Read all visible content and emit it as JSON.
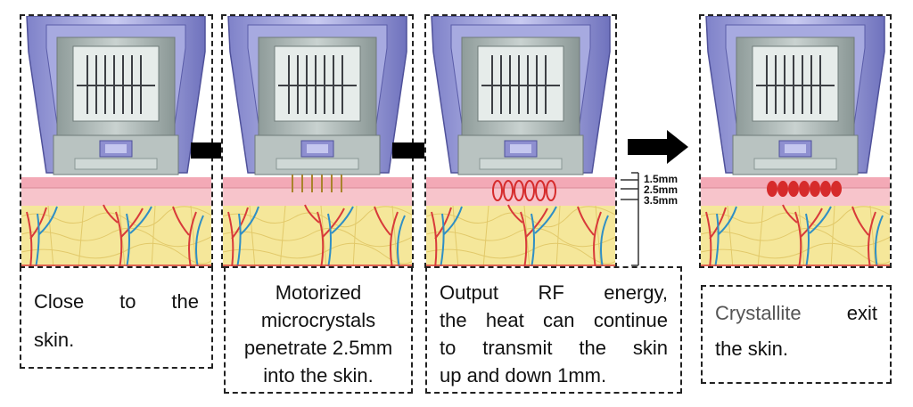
{
  "steps": [
    {
      "caption_lines": [
        "Close to the",
        "skin."
      ],
      "needles": "none"
    },
    {
      "caption_lines": [
        "Motorized",
        "microcrystals",
        "penetrate 2.5mm",
        "into the skin."
      ],
      "needles": "pins"
    },
    {
      "caption_lines": [
        "Output RF energy,",
        "the heat can continue",
        "to transmit the skin",
        "up and down 1mm."
      ],
      "needles": "rf"
    },
    {
      "caption_word_1": "Crystallite",
      "caption_rest_1": "exit",
      "caption_line_2": "the skin.",
      "needles": "dots"
    }
  ],
  "scale": {
    "labels": [
      "1.5mm",
      "2.5mm",
      "3.5mm"
    ]
  },
  "colors": {
    "device_body": "#6d6fb8",
    "device_light": "#c7c9ee",
    "device_grey": "#9aa7a5",
    "epidermis": "#f3a9b6",
    "dermis": "#f8c9cf",
    "fat": "#f6ea9a",
    "vessel_red": "#d83a3a",
    "vessel_blue": "#2f8fc5",
    "rf_red": "#d62b2b"
  }
}
